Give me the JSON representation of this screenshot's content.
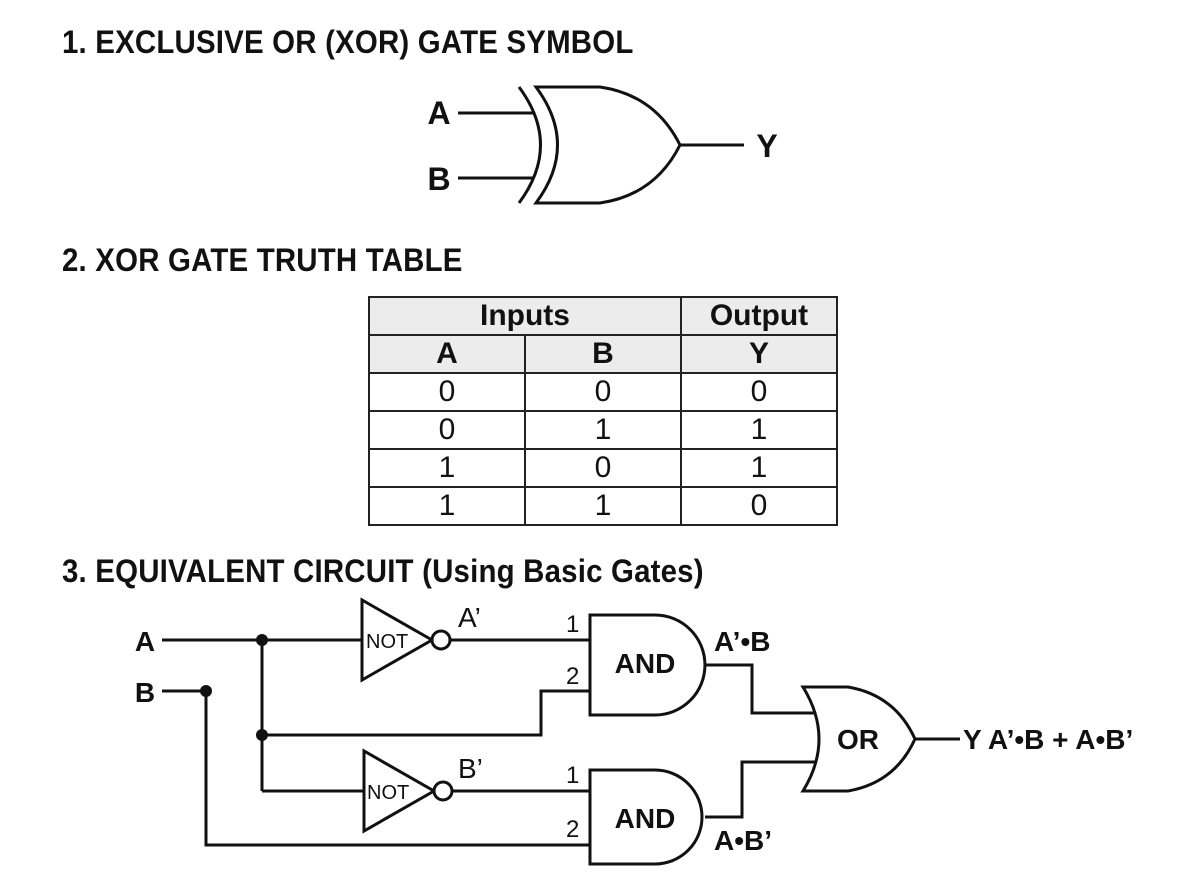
{
  "sections": {
    "s1": {
      "num": "1.",
      "title": "EXCLUSIVE OR (XOR) GATE SYMBOL"
    },
    "s2": {
      "num": "2.",
      "title": "XOR GATE TRUTH TABLE"
    },
    "s3": {
      "num": "3.",
      "title": "EQUIVALENT CIRCUIT",
      "subtitle": "(Using Basic Gates)"
    }
  },
  "symbol": {
    "input_a": "A",
    "input_b": "B",
    "output": "Y"
  },
  "truth_table": {
    "group_inputs": "Inputs",
    "group_output": "Output",
    "headers": [
      "A",
      "B",
      "Y"
    ],
    "rows": [
      [
        "0",
        "0",
        "0"
      ],
      [
        "0",
        "1",
        "1"
      ],
      [
        "1",
        "0",
        "1"
      ],
      [
        "1",
        "1",
        "0"
      ]
    ]
  },
  "circuit": {
    "input_a": "A",
    "input_b": "B",
    "not1": "NOT",
    "not2": "NOT",
    "not1_out": "A’",
    "not2_out": "B’",
    "and1": "AND",
    "and2": "AND",
    "and1_pin1": "1",
    "and1_pin2": "2",
    "and2_pin1": "1",
    "and2_pin2": "2",
    "and1_out": "A’•B",
    "and2_out": "A•B’",
    "or": "OR",
    "output": "Y A’•B + A•B’"
  }
}
